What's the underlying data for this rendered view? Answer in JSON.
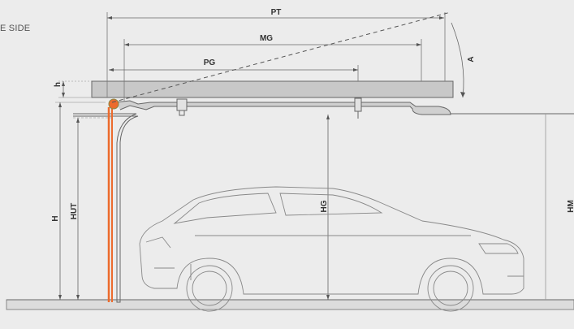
{
  "corner_label": "E SIDE",
  "dimensions": {
    "pt": "PT",
    "mg": "MG",
    "pg": "PG",
    "a": "A",
    "h_small": "h",
    "h": "H",
    "hut": "HUT",
    "hg": "HG",
    "hm": "HM"
  },
  "colors": {
    "background": "#ececec",
    "line": "#666666",
    "beam_fill": "#c8c8c8",
    "accent": "#ec6b2d"
  },
  "icons": [
    "car-outline",
    "guide-rail",
    "pulley"
  ]
}
